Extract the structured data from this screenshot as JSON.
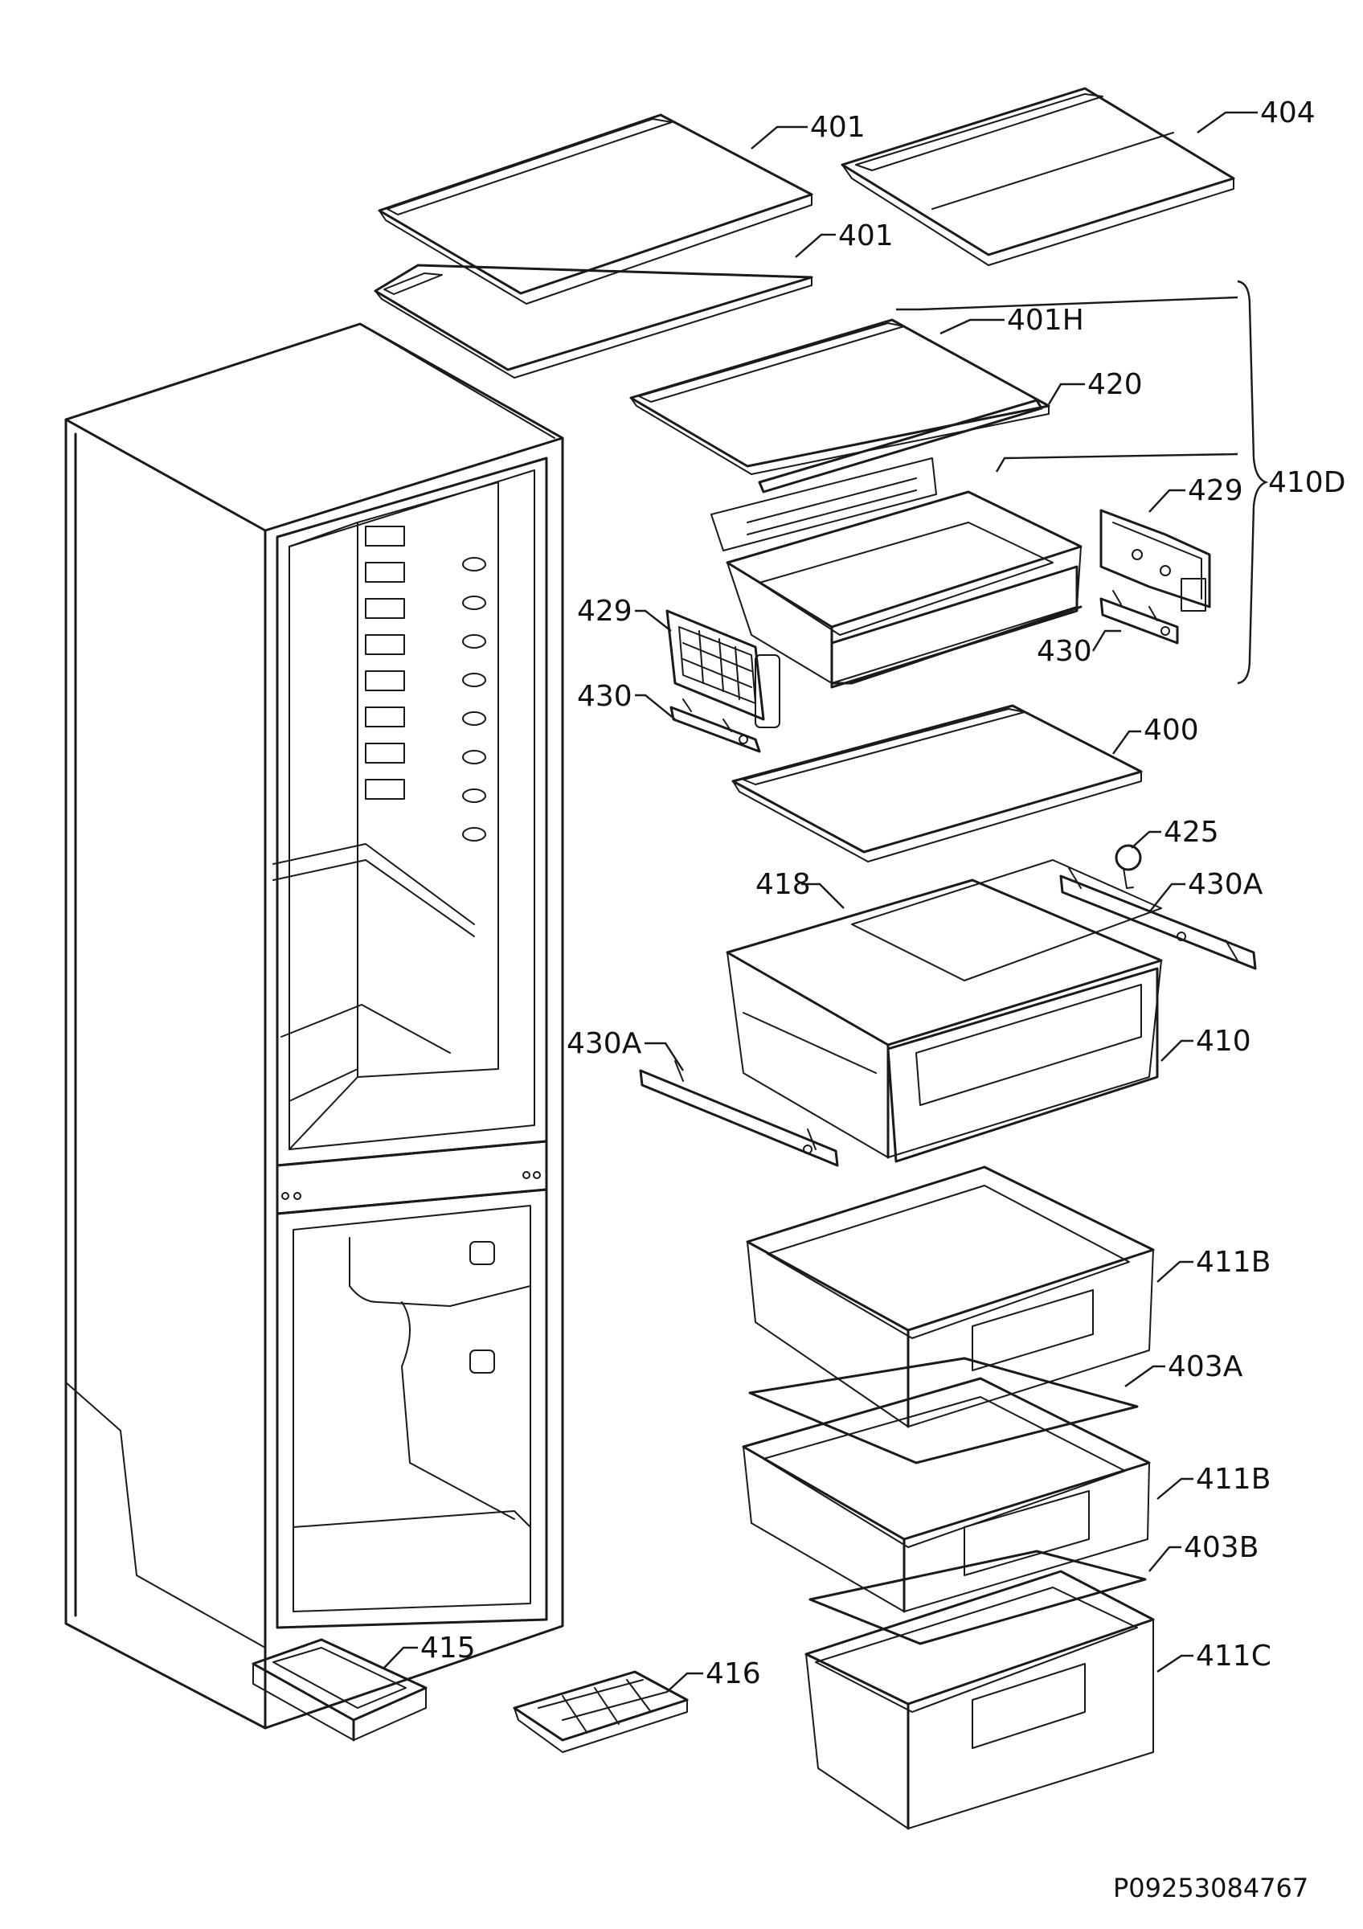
{
  "callouts": [
    {
      "id": "401a",
      "label": "401"
    },
    {
      "id": "404",
      "label": "404"
    },
    {
      "id": "401b",
      "label": "401"
    },
    {
      "id": "401H",
      "label": "401H"
    },
    {
      "id": "420",
      "label": "420"
    },
    {
      "id": "429a",
      "label": "429"
    },
    {
      "id": "410D",
      "label": "410D"
    },
    {
      "id": "429b",
      "label": "429"
    },
    {
      "id": "430a",
      "label": "430"
    },
    {
      "id": "430b",
      "label": "430"
    },
    {
      "id": "400",
      "label": "400"
    },
    {
      "id": "425",
      "label": "425"
    },
    {
      "id": "430Aa",
      "label": "430A"
    },
    {
      "id": "418",
      "label": "418"
    },
    {
      "id": "430Ab",
      "label": "430A"
    },
    {
      "id": "410",
      "label": "410"
    },
    {
      "id": "411Ba",
      "label": "411B"
    },
    {
      "id": "403A",
      "label": "403A"
    },
    {
      "id": "411Bb",
      "label": "411B"
    },
    {
      "id": "403B",
      "label": "403B"
    },
    {
      "id": "411C",
      "label": "411C"
    },
    {
      "id": "415",
      "label": "415"
    },
    {
      "id": "416",
      "label": "416"
    }
  ],
  "document_number": "P09253084767"
}
